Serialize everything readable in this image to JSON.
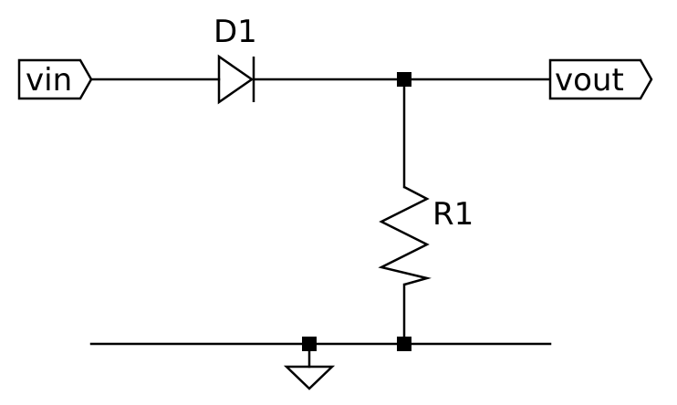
{
  "schematic": {
    "ports": {
      "input": "vin",
      "output": "vout"
    },
    "components": {
      "diode": {
        "ref": "D1",
        "type": "diode"
      },
      "resistor": {
        "ref": "R1",
        "type": "resistor"
      }
    },
    "ground": {
      "type": "ground-symbol"
    },
    "colors": {
      "line": "#000000",
      "background": "#ffffff"
    }
  }
}
